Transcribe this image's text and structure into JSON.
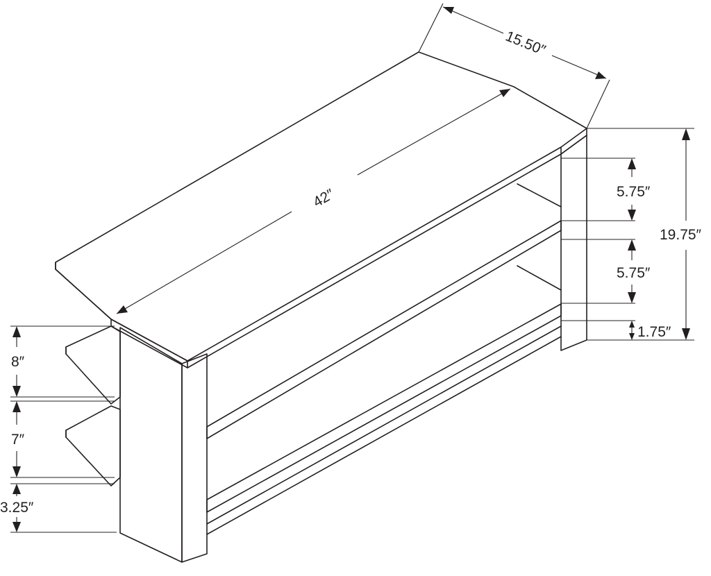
{
  "diagram": {
    "ink_color": "#231f20",
    "background": "#ffffff",
    "dimensions": {
      "depth": "15.50″",
      "width": "42″",
      "height_total": "19.75″",
      "right_upper_gap": "5.75″",
      "right_middle_gap": "5.75″",
      "right_base": "1.75″",
      "left_upper_gap": "8″",
      "left_middle_gap": "7″",
      "left_base": "3.25″"
    }
  }
}
